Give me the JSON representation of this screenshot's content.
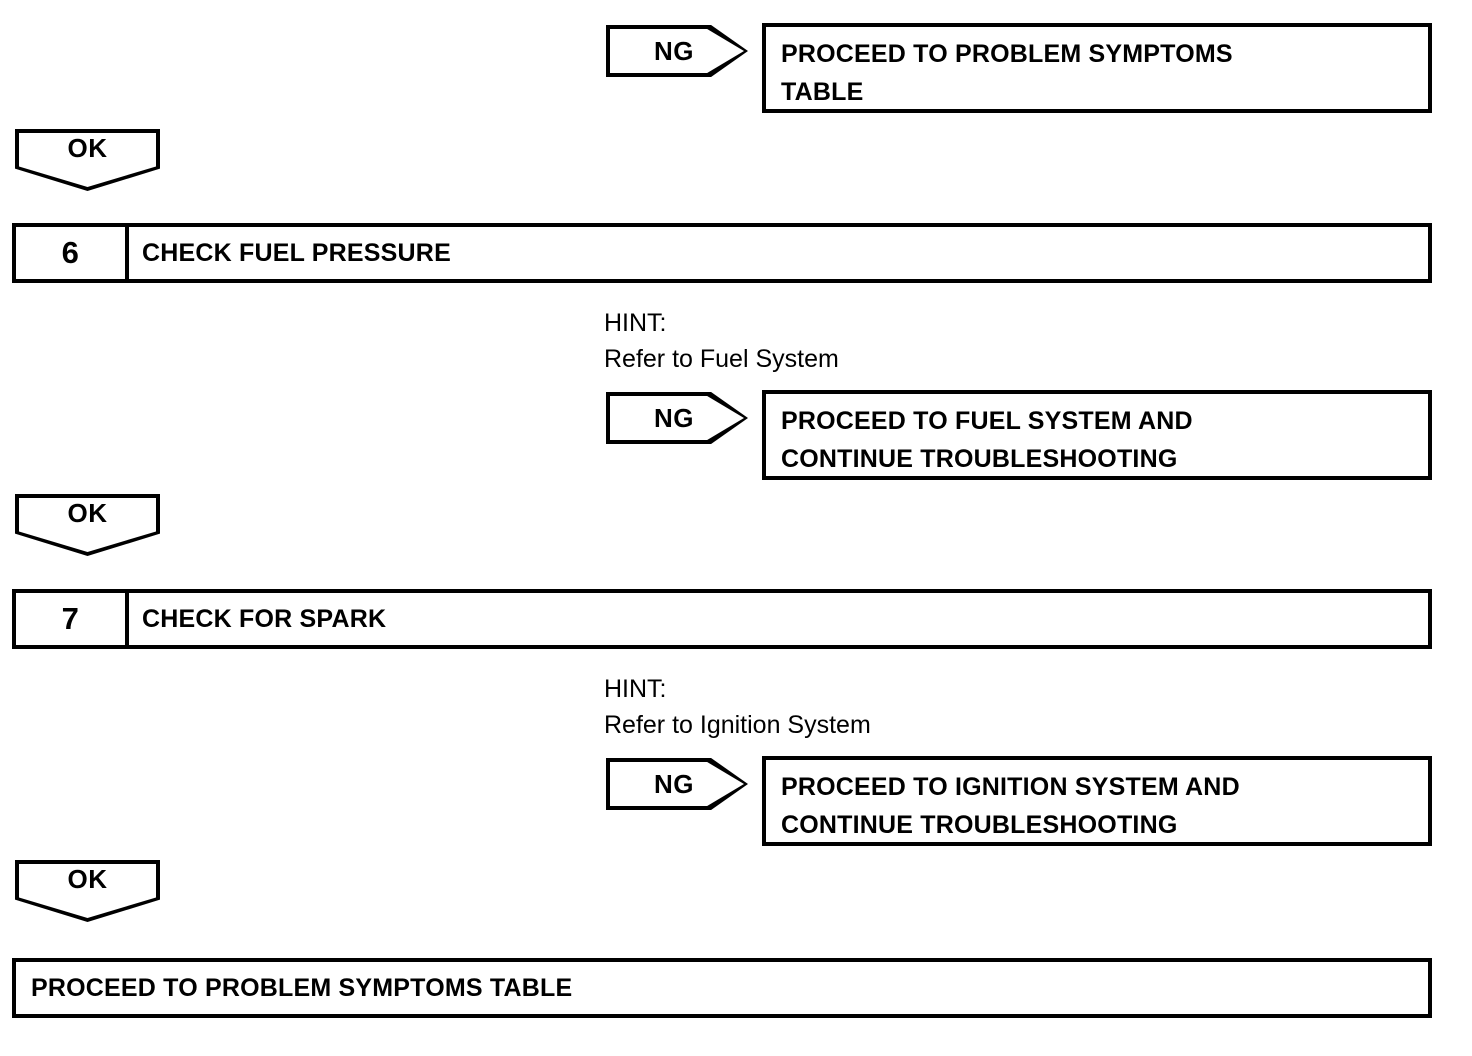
{
  "document": {
    "type": "troubleshooting-flowchart",
    "title": "Engine Troubleshooting Flow (Steps 6-7)"
  },
  "labels": {
    "ok": "OK",
    "ng": "NG",
    "hint_heading": "HINT:"
  },
  "nodes": [
    {
      "id": "ng-result-top",
      "kind": "ng-branch",
      "branch_label": "NG",
      "lines": [
        "PROCEED TO PROBLEM SYMPTOMS",
        "TABLE"
      ]
    },
    {
      "id": "ok-connector-1",
      "kind": "ok-connector",
      "label": "OK"
    },
    {
      "id": "step-6",
      "kind": "step",
      "number": "6",
      "title": "CHECK FUEL PRESSURE"
    },
    {
      "id": "hint-6",
      "kind": "hint",
      "heading": "HINT:",
      "text": "Refer to Fuel System"
    },
    {
      "id": "ng-result-6",
      "kind": "ng-branch",
      "branch_label": "NG",
      "lines": [
        "PROCEED TO FUEL SYSTEM AND",
        "CONTINUE TROUBLESHOOTING"
      ]
    },
    {
      "id": "ok-connector-2",
      "kind": "ok-connector",
      "label": "OK"
    },
    {
      "id": "step-7",
      "kind": "step",
      "number": "7",
      "title": "CHECK FOR SPARK"
    },
    {
      "id": "hint-7",
      "kind": "hint",
      "heading": "HINT:",
      "text": "Refer to Ignition System"
    },
    {
      "id": "ng-result-7",
      "kind": "ng-branch",
      "branch_label": "NG",
      "lines": [
        "PROCEED TO IGNITION SYSTEM AND",
        "CONTINUE TROUBLESHOOTING"
      ]
    },
    {
      "id": "ok-connector-3",
      "kind": "ok-connector",
      "label": "OK"
    },
    {
      "id": "final-result",
      "kind": "result",
      "text": "PROCEED TO PROBLEM SYMPTOMS TABLE"
    }
  ],
  "colors": {
    "stroke": "#000000",
    "background": "#ffffff",
    "text": "#000000"
  }
}
